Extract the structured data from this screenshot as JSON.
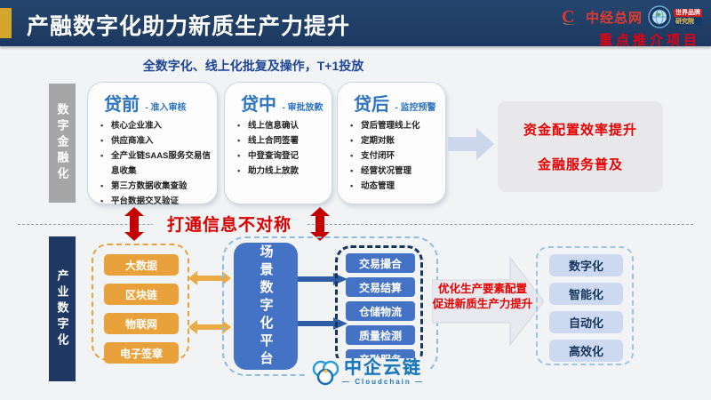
{
  "header": {
    "title": "产融数字化助力新质生产力提升",
    "logo_zhongjing": "中经总网",
    "logo_worldbrand_line1": "世界品牌",
    "logo_worldbrand_line2": "研究院",
    "banner": "重点推介项目"
  },
  "finance": {
    "side_label": "数字金融化",
    "subtitle": "全数字化、线上化批复及操作，T+1投放",
    "cards": [
      {
        "title": "贷前",
        "tag": "- 准入审核",
        "items": [
          "核心企业准入",
          "供应商准入",
          "全产业链SAAS服务交易信息收集",
          "第三方数据收集查验",
          "平台数据交叉验证"
        ]
      },
      {
        "title": "贷中",
        "tag": "- 审批放款",
        "items": [
          "线上信息确认",
          "线上合同签署",
          "中登查询登记",
          "助力线上放款"
        ]
      },
      {
        "title": "贷后",
        "tag": "- 监控预警",
        "items": [
          "贷后管理线上化",
          "定期对账",
          "支付闭环",
          "经营状况管理",
          "动态管理"
        ]
      }
    ],
    "outcome_line1": "资金配置效率提升",
    "outcome_line2": "金融服务普及"
  },
  "divider": {
    "label": "打通信息不对称"
  },
  "industry": {
    "side_label": "产业数字化",
    "tech_items": [
      "大数据",
      "区块链",
      "物联网",
      "电子签章"
    ],
    "platform": "场景数字化平台",
    "services": [
      "交易撮合",
      "交易结算",
      "仓储物流",
      "质量检测",
      "产融服务"
    ],
    "outcome_line1": "优化生产要素配置",
    "outcome_line2": "促进新质生产力提升",
    "results": [
      "数字化",
      "智能化",
      "自动化",
      "高效化"
    ]
  },
  "footer": {
    "logo": "中企云链",
    "logo_sub": "— Cloudchain —"
  },
  "colors": {
    "header_navy": "#1F3864",
    "accent_gold": "#D5A62B",
    "brand_blue": "#4472C4",
    "orange": "#E9A23B",
    "red": "#E60000",
    "light_blue": "#CCD9F1"
  }
}
